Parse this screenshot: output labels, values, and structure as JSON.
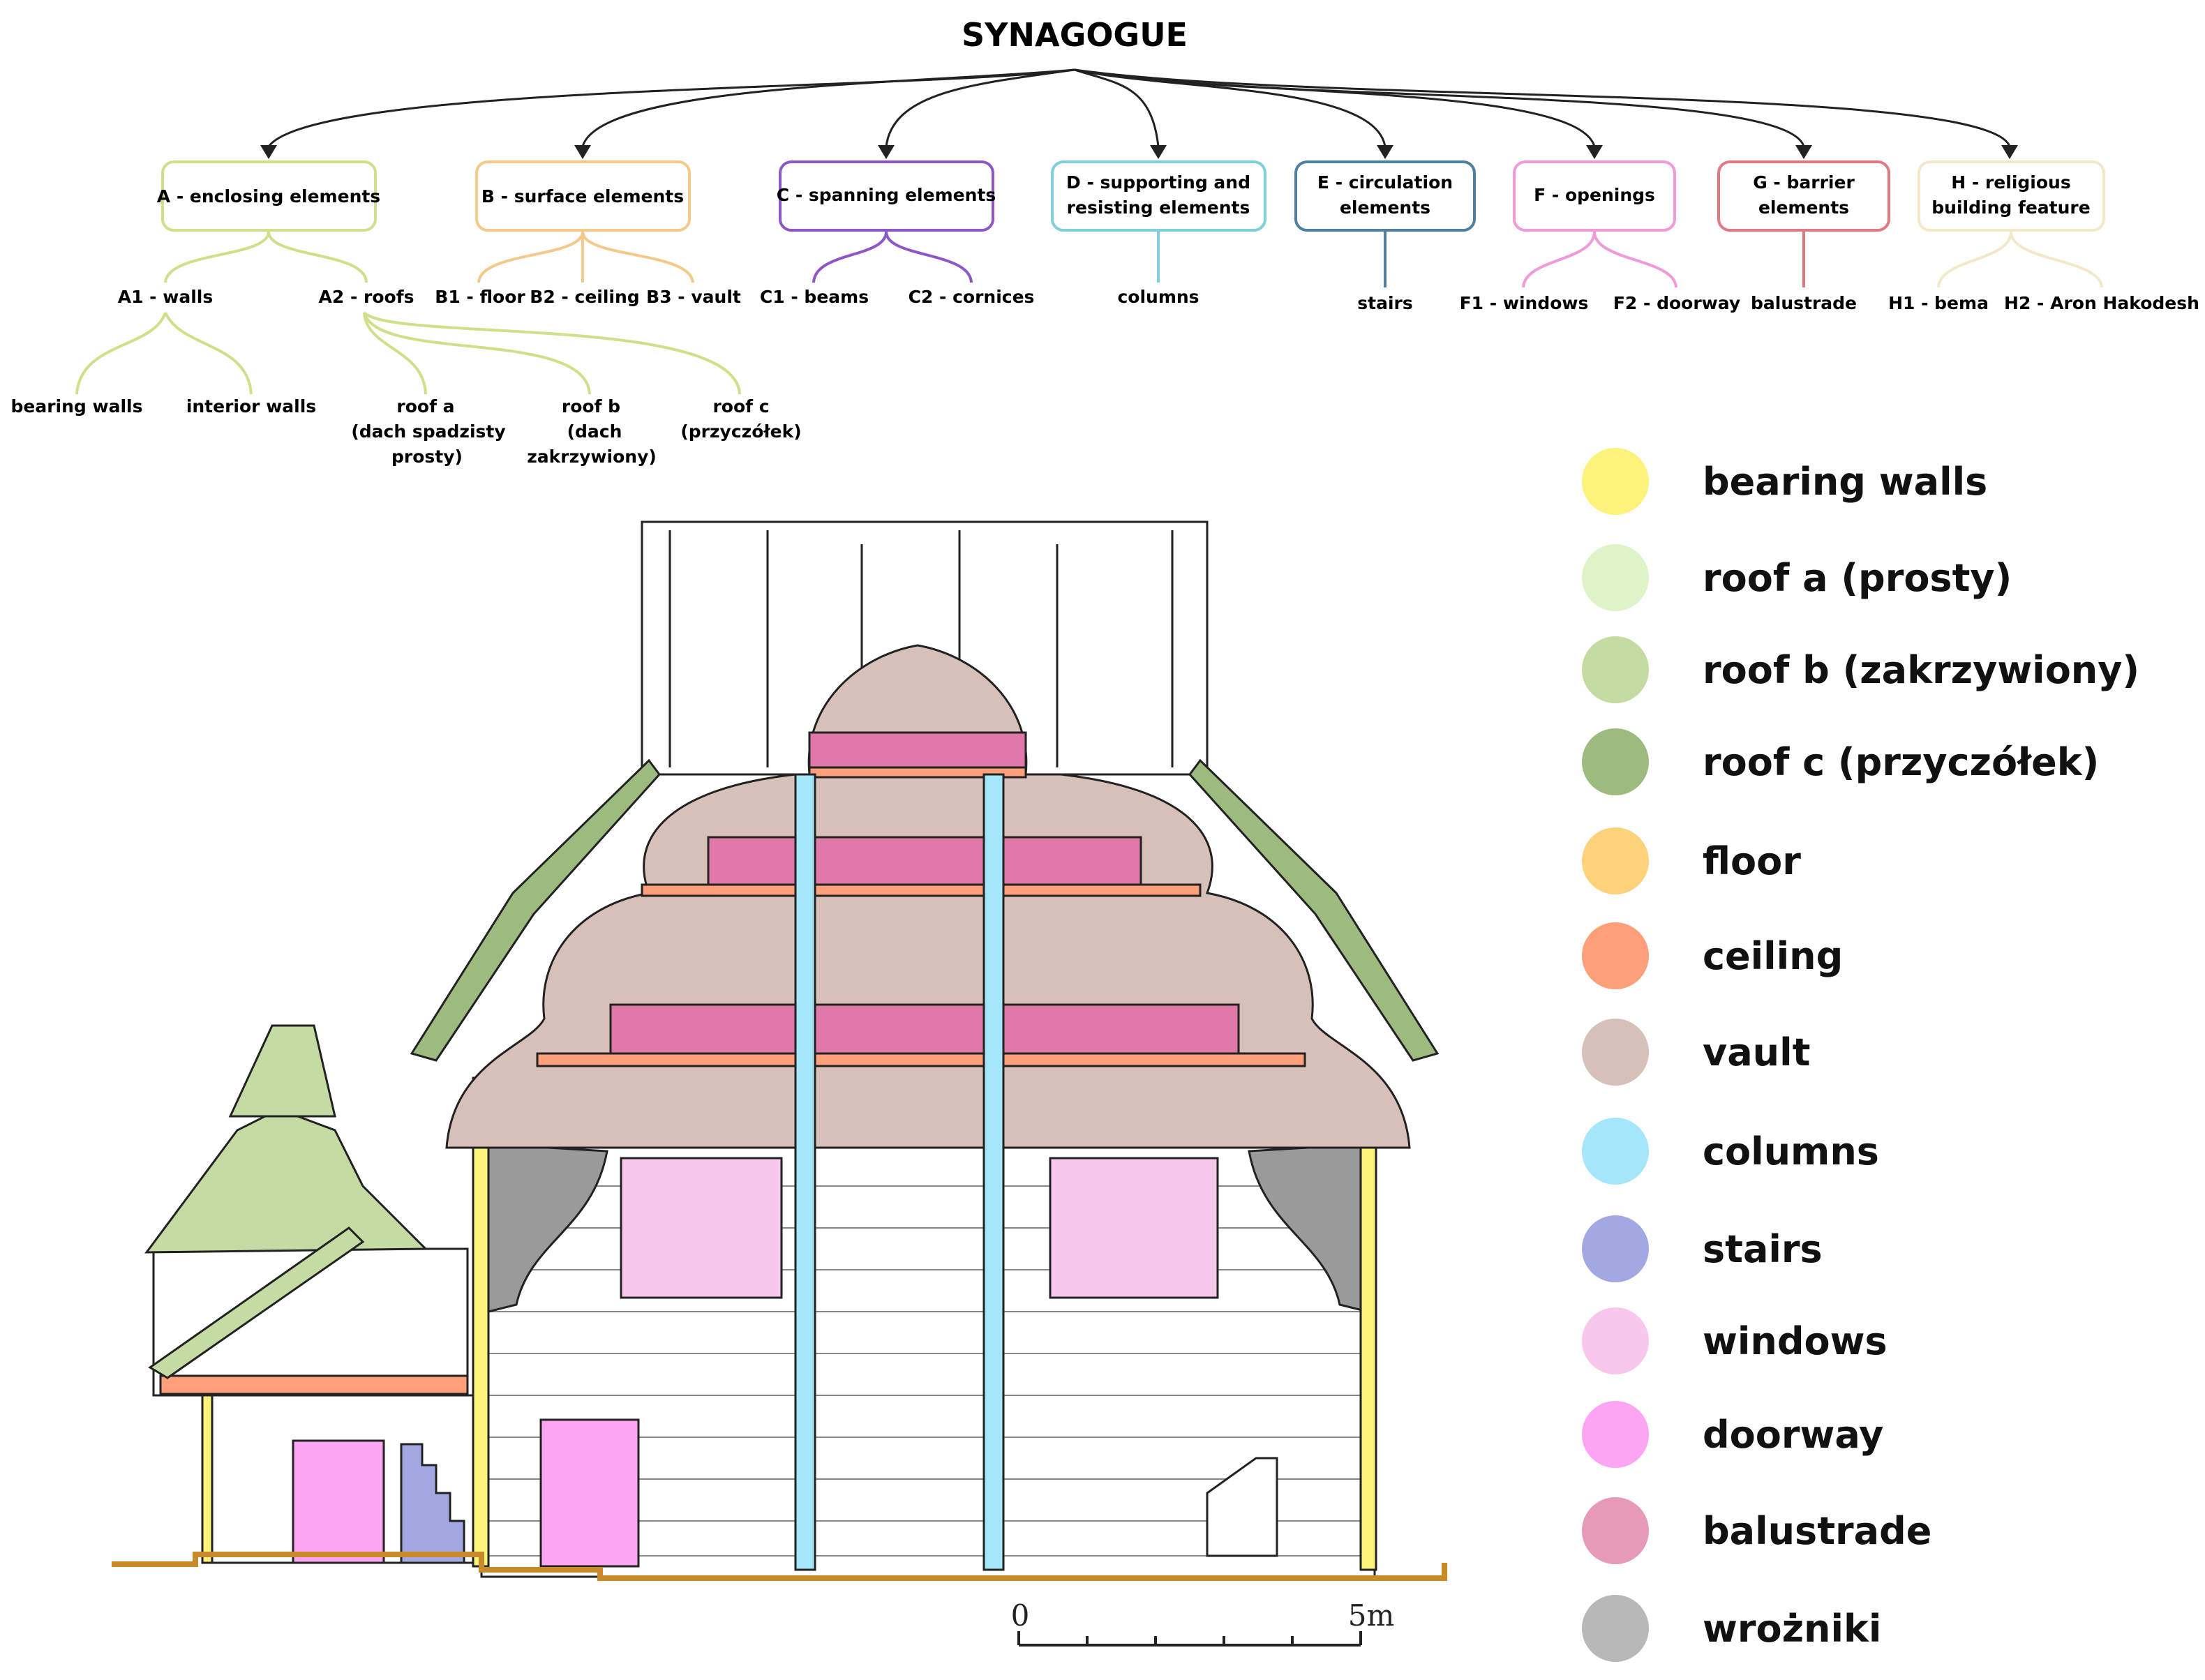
{
  "tree": {
    "root": "SYNAGOGUE",
    "categories": [
      {
        "label_lines": [
          "A - enclosing elements"
        ],
        "color": "#cfe08a"
      },
      {
        "label_lines": [
          "B - surface elements"
        ],
        "color": "#f5c98a"
      },
      {
        "label_lines": [
          "C - spanning elements"
        ],
        "color": "#8e57c8"
      },
      {
        "label_lines": [
          "D - supporting and",
          "resisting elements"
        ],
        "color": "#7fd0dc"
      },
      {
        "label_lines": [
          "E - circulation",
          "elements"
        ],
        "color": "#4f7fa1"
      },
      {
        "label_lines": [
          "F - openings"
        ],
        "color": "#f09ad8"
      },
      {
        "label_lines": [
          "G - barrier",
          "elements"
        ],
        "color": "#e07a80"
      },
      {
        "label_lines": [
          "H - religious",
          "building feature"
        ],
        "color": "#f3e8c8"
      }
    ],
    "subcategories": [
      {
        "label": "A1 - walls"
      },
      {
        "label": "A2 - roofs"
      },
      {
        "label": "B1 - floor"
      },
      {
        "label": "B2 - ceiling"
      },
      {
        "label": "B3 - vault"
      },
      {
        "label": "C1 - beams"
      },
      {
        "label": "C2 - cornices"
      },
      {
        "label": "columns"
      },
      {
        "label": "stairs"
      },
      {
        "label": "F1 - windows"
      },
      {
        "label": "F2 - doorway"
      },
      {
        "label": "balustrade"
      },
      {
        "label": "H1 - bema"
      },
      {
        "label": "H2 - Aron Hakodesh"
      }
    ],
    "leaves": [
      {
        "label_lines": [
          "bearing walls"
        ]
      },
      {
        "label_lines": [
          "interior walls"
        ]
      },
      {
        "label_lines": [
          "roof a",
          "(dach spadzisty",
          "prosty)"
        ]
      },
      {
        "label_lines": [
          "roof b",
          "(dach",
          "zakrzywiony)"
        ]
      },
      {
        "label_lines": [
          "roof c",
          "(przyczółek)"
        ]
      }
    ]
  },
  "legend": [
    {
      "label": "bearing walls",
      "color": "#fdf27a"
    },
    {
      "label": "roof a (prosty)",
      "color": "#dff3c8"
    },
    {
      "label": "roof b (zakrzywiony)",
      "color": "#c4dca3"
    },
    {
      "label": "roof c (przyczółek)",
      "color": "#9dbb7f"
    },
    {
      "label": "floor",
      "color": "#fdd27a"
    },
    {
      "label": "ceiling",
      "color": "#fda07a"
    },
    {
      "label": "vault",
      "color": "#d7c0b8"
    },
    {
      "label": "columns",
      "color": "#a4e6fa"
    },
    {
      "label": "stairs",
      "color": "#a2a9e2"
    },
    {
      "label": "windows",
      "color": "#f8c8ec"
    },
    {
      "label": "doorway",
      "color": "#fda5f3"
    },
    {
      "label": "balustrade",
      "color": "#e79ab8"
    },
    {
      "label": "wrożniki",
      "color": "#b8b8b8"
    }
  ],
  "scale_bar": {
    "start": "0",
    "end": "5m"
  },
  "colors": {
    "line": "#222222",
    "wall_fill": "#fdf27a",
    "vault_fill": "#d7c0b8",
    "column_fill": "#a4e6fa",
    "ceiling_fill": "#fda07a",
    "balustrade_fill": "#e079aa",
    "window_fill": "#f8c8ec",
    "door_fill": "#fda5f3",
    "stairs_fill": "#a2a9e2",
    "roof_b_fill": "#c4dca3",
    "roof_c_fill": "#9dbb7f",
    "floor_fill": "#c98a2a",
    "wrozniki_fill": "#9a9a9a"
  }
}
